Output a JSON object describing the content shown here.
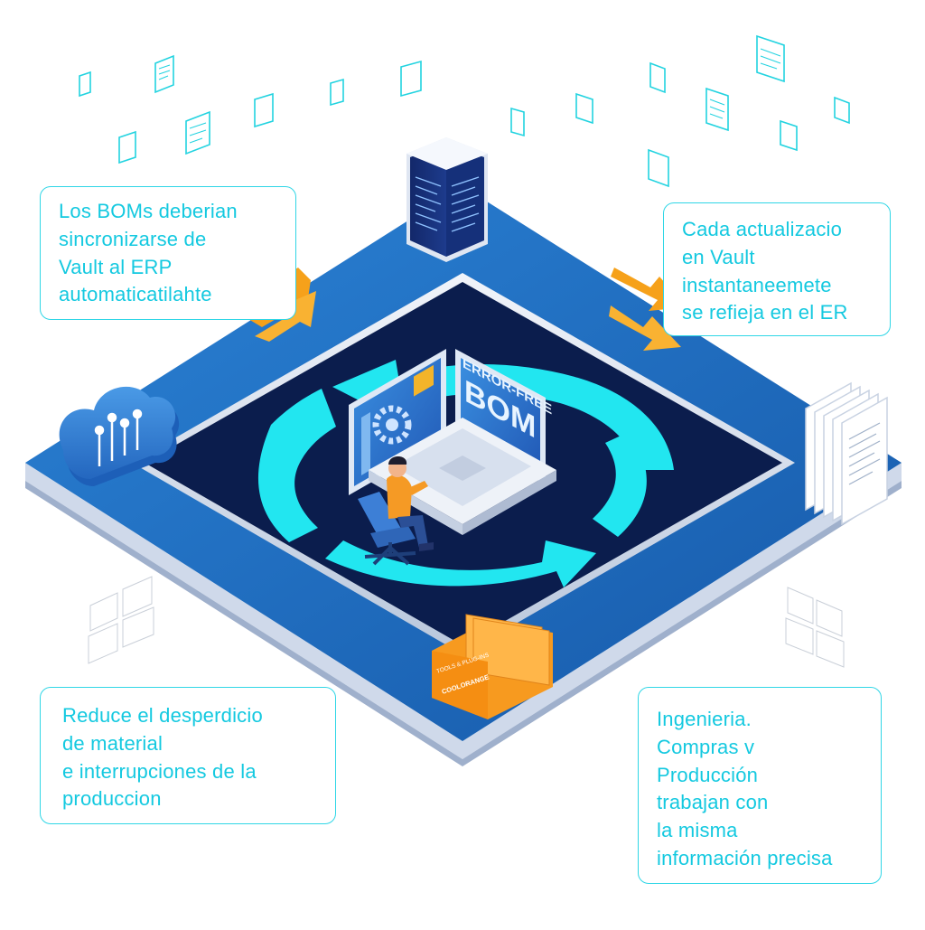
{
  "callouts": {
    "top_left": {
      "lines": [
        "Los BOMs deberian",
        "sincronizarse de",
        "Vault al ERP",
        "automaticatilahte"
      ]
    },
    "top_right": {
      "lines": [
        "Cada actualizacio",
        "en Vault",
        "instantaneemete",
        "se refieja en el ER"
      ]
    },
    "bottom_left": {
      "lines": [
        "Reduce el desperdicio",
        "de material",
        "e interrupciones de la",
        "produccion"
      ]
    },
    "bottom_right": {
      "lines": [
        "Ingenieria.",
        "Compras v",
        "Producción",
        "trabajan con",
        "la misma",
        "información precisa"
      ]
    }
  },
  "screen": {
    "line1": "ERROR-FREE",
    "line2": "BOM"
  },
  "plugin_box": {
    "label": "TOOLS & PLUG-INS",
    "brand": "COOLORANGE"
  },
  "icons": {
    "server": "server-tower-icon",
    "cloud": "cloud-network-icon",
    "documents": "document-stack-icon",
    "cycle": "sync-cycle-icon",
    "person": "engineer-at-laptop-icon"
  },
  "colors": {
    "platform_outer": "#1f6fc4",
    "platform_inner": "#0b1d4d",
    "cycle_arrows": "#22e6f0",
    "orange_arrows": "#f6a11a",
    "callout_text": "#14c9e0",
    "callout_border": "#2fd6e6"
  }
}
